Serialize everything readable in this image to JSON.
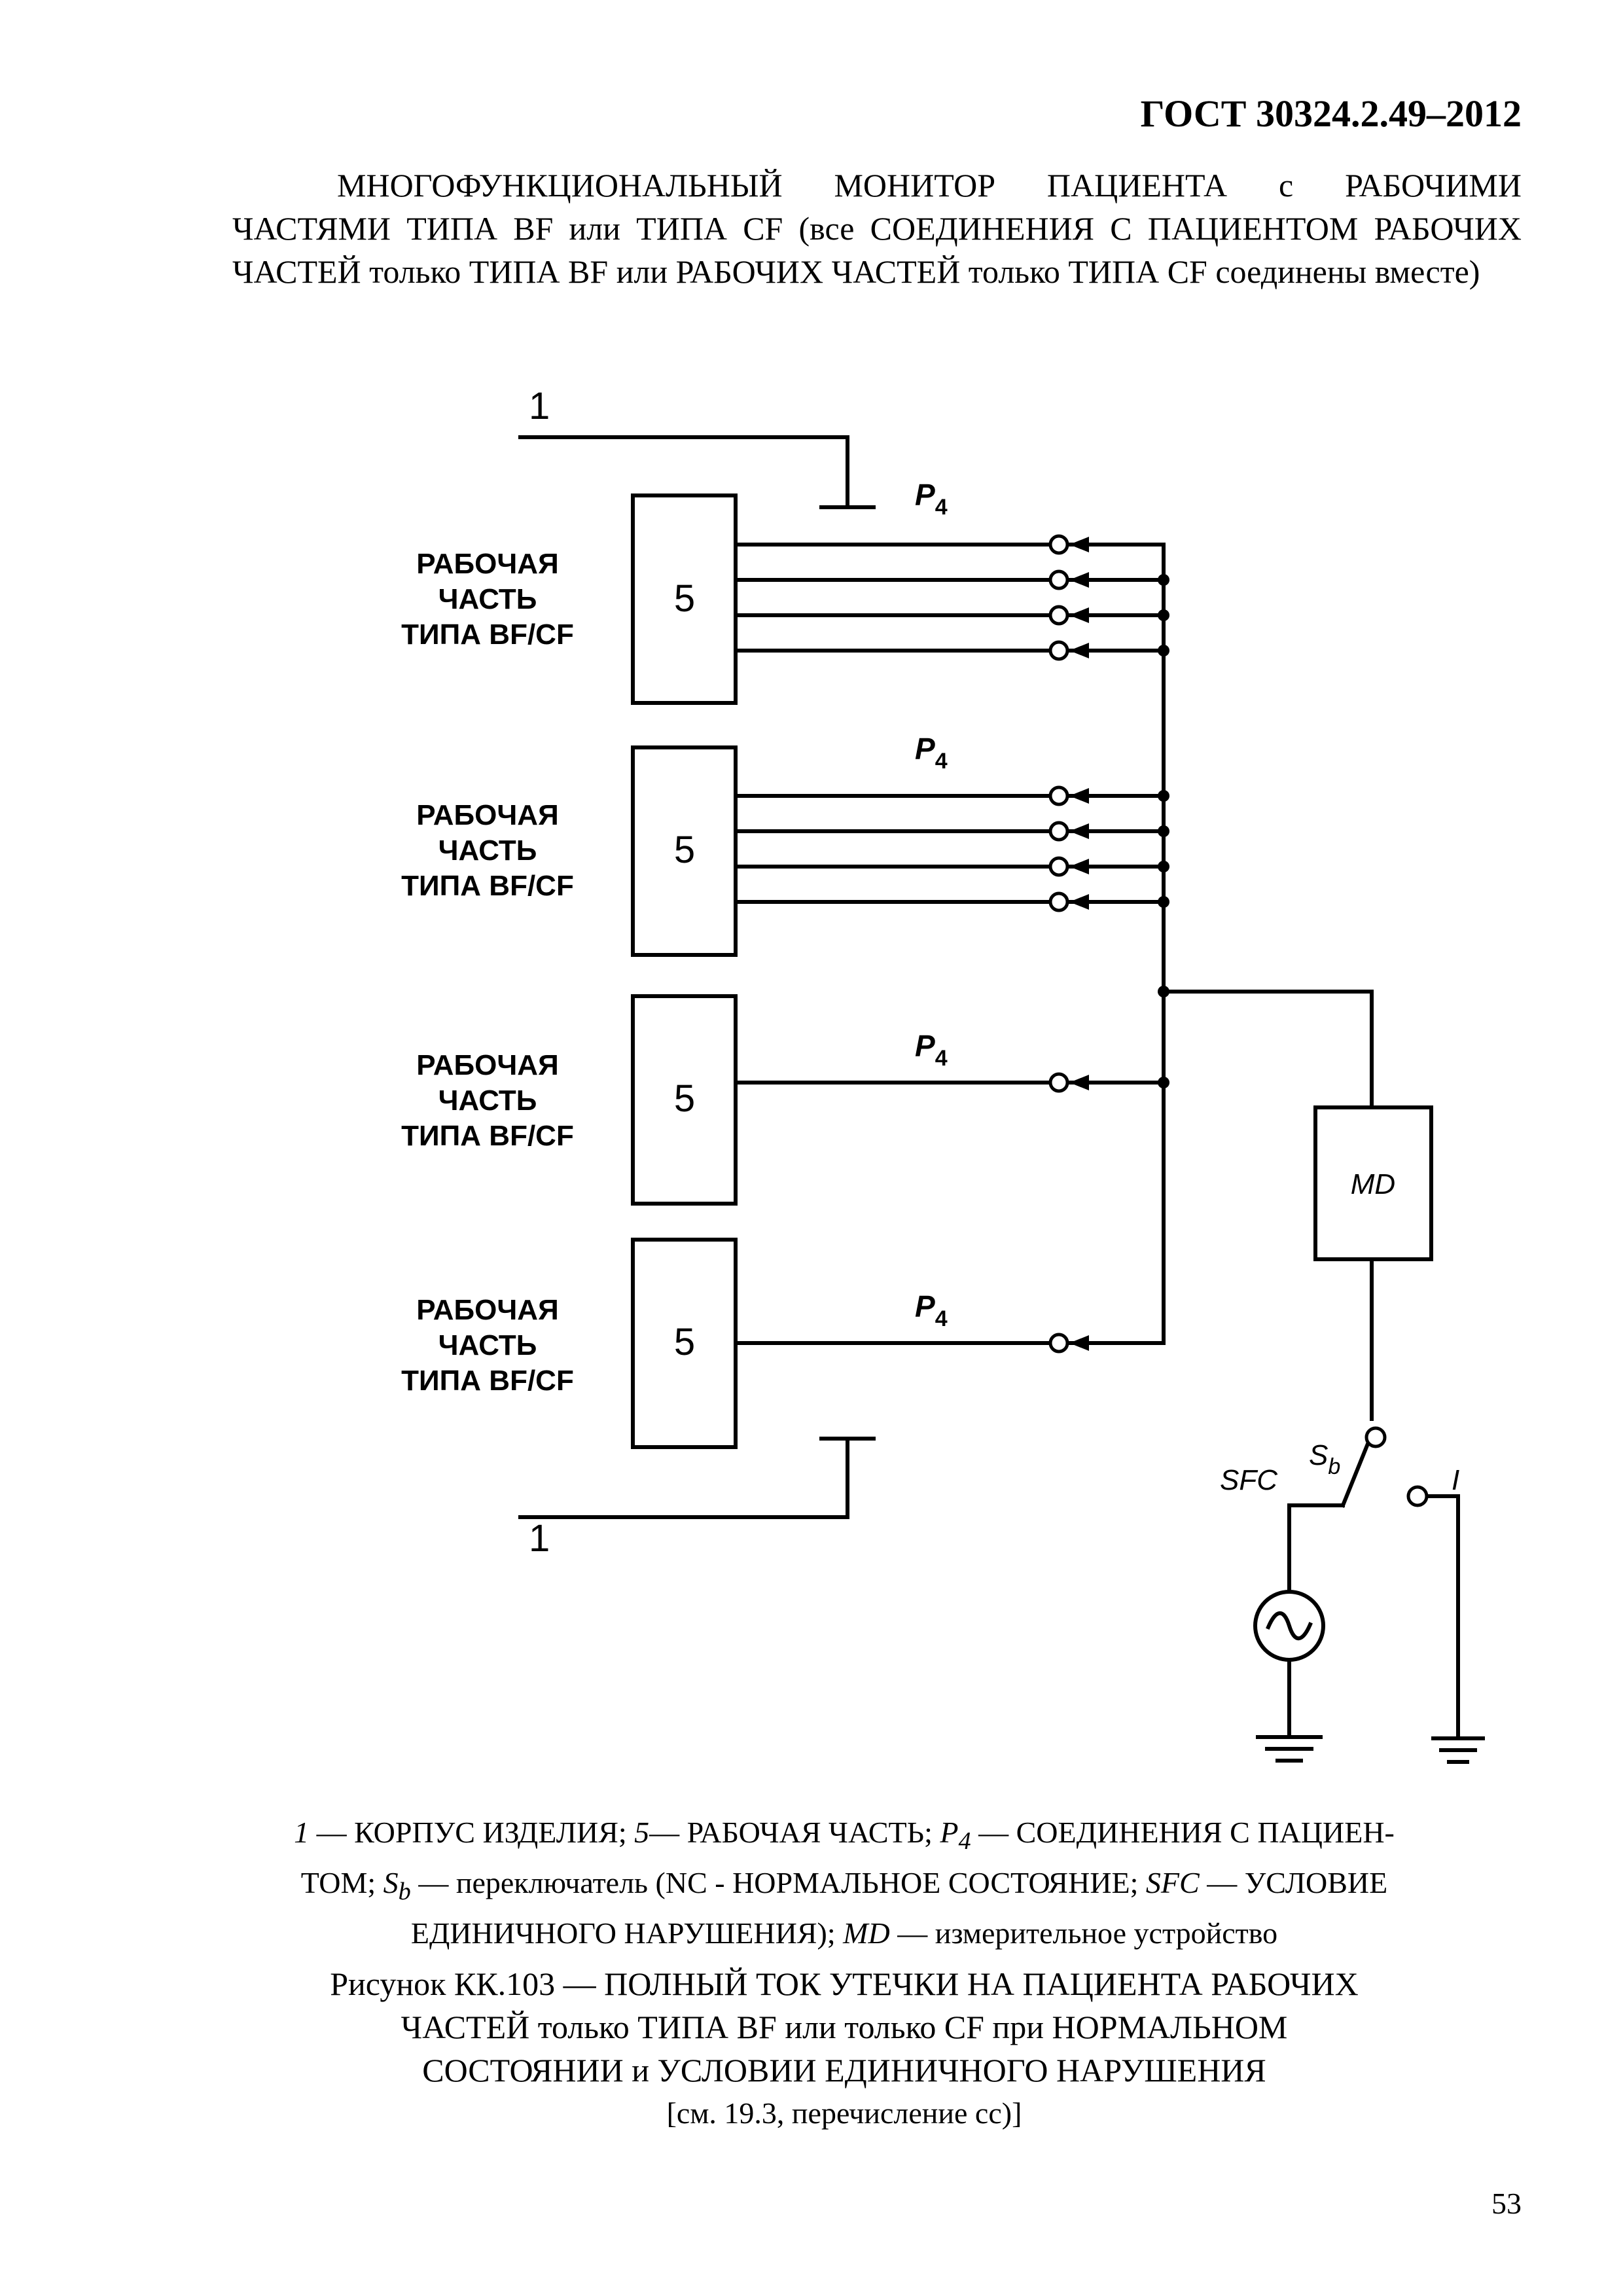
{
  "header": {
    "standard_code": "ГОСТ 30324.2.49–2012",
    "heading_line1_words": [
      "МНОГОФУНКЦИОНАЛЬНЫЙ",
      "МОНИТОР",
      "ПАЦИЕНТА",
      "с",
      "РАБОЧИМИ"
    ],
    "heading_line2_words": [
      "ЧАСТЯМИ",
      "ТИПА",
      "BF",
      "или",
      "ТИПА",
      "CF",
      "(все",
      "СОЕДИНЕНИЯ",
      "С",
      "ПАЦИЕНТОМ",
      "РАБОЧИХ"
    ],
    "heading_line3": "ЧАСТЕЙ только ТИПА BF или РАБОЧИХ ЧАСТЕЙ только ТИПА CF соединены вместе)"
  },
  "diagram": {
    "enclosure_label": "1",
    "applied_part_number": "5",
    "applied_part_label_lines": [
      "РАБОЧАЯ",
      "ЧАСТЬ",
      "ТИПА BF/CF"
    ],
    "applied_part_groups": [
      {
        "connections": 4
      },
      {
        "connections": 4
      },
      {
        "connections": 1
      },
      {
        "connections": 1
      }
    ],
    "patient_connection_label": "P",
    "patient_connection_sub": "4",
    "measuring_device_label": "MD",
    "switch_label": "S",
    "switch_sub": "b",
    "sfc_label": "SFC",
    "normal_label": "I"
  },
  "legend": {
    "k1": "1",
    "t1": " — КОРПУС ИЗДЕЛИЯ; ",
    "k2": "5",
    "t2": "— РАБОЧАЯ ЧАСТЬ; ",
    "k3": "P",
    "k3_sub": "4",
    "t3": " — СОЕДИНЕНИЯ С ПАЦИЕН-",
    "t4": "ТОМ; ",
    "k4": "S",
    "k4_sub": "b",
    "t5": " — переключатель (NC - НОРМАЛЬНОЕ СОСТОЯНИЕ; ",
    "k5": "SFC",
    "t6": " — УСЛОВИЕ",
    "t7": "ЕДИНИЧНОГО НАРУШЕНИЯ); ",
    "k6": "MD",
    "t8": " — измерительное устройство"
  },
  "caption": {
    "line1": "Рисунок КК.103 — ПОЛНЫЙ ТОК УТЕЧКИ НА ПАЦИЕНТА РАБОЧИХ",
    "line2": "ЧАСТЕЙ только ТИПА BF или только CF при НОРМАЛЬНОМ",
    "line3": "СОСТОЯНИИ и УСЛОВИИ ЕДИНИЧНОГО НАРУШЕНИЯ",
    "line4": "[см. 19.3, перечисление cc)]"
  },
  "page_number": "53"
}
